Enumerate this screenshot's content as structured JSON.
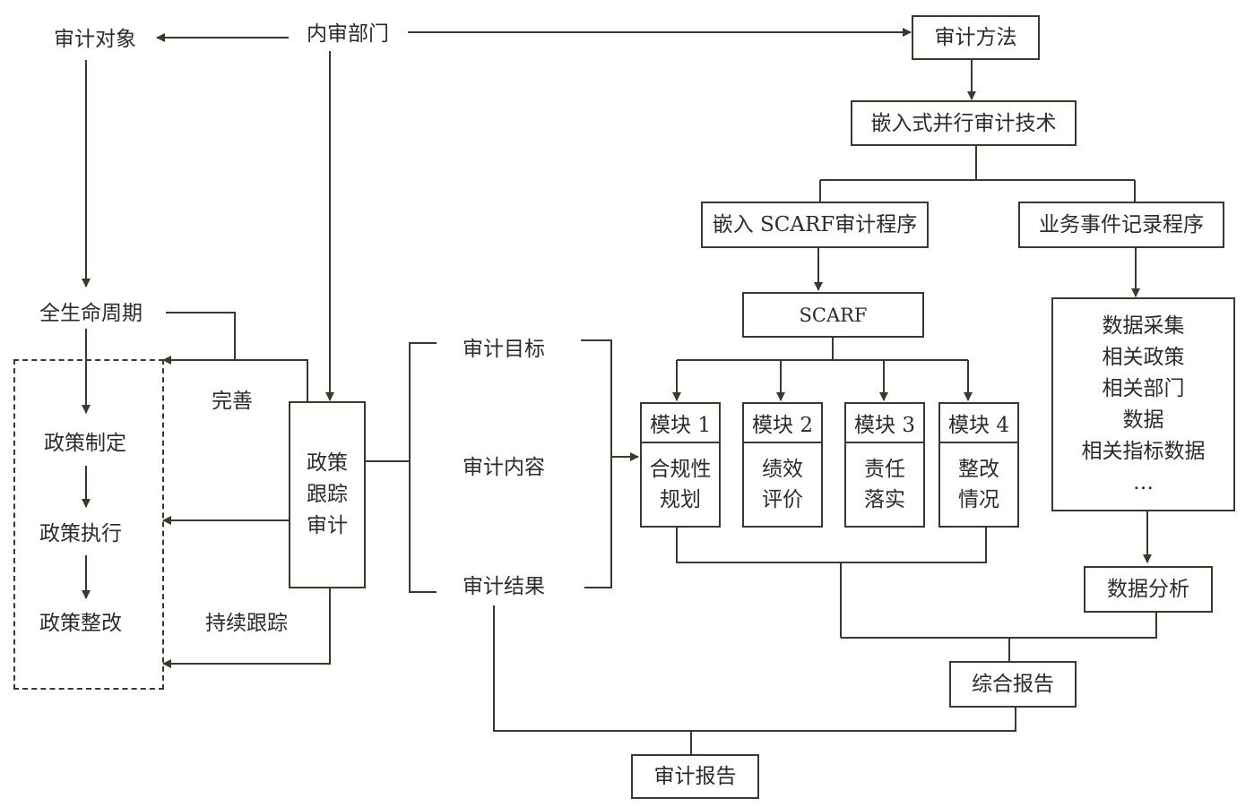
{
  "nodes": {
    "audit_object": "审计对象",
    "internal_audit_dept": "内审部门",
    "audit_method": "审计方法",
    "embedded_tech": "嵌入式并行审计技术",
    "embed_scarf": "嵌入 SCARF审计程序",
    "business_event": "业务事件记录程序",
    "scarf": "SCARF",
    "full_lifecycle": "全生命周期",
    "policy_making": "政策制定",
    "policy_execution": "政策执行",
    "policy_rectification": "政策整改",
    "improve": "完善",
    "continuous_tracking": "持续跟踪",
    "policy_tracking_audit": [
      "政策",
      "跟踪",
      "审计"
    ],
    "audit_goal": "审计目标",
    "audit_content": "审计内容",
    "audit_result": "审计结果",
    "data_analysis": "数据分析",
    "comprehensive_report": "综合报告",
    "audit_report": "审计报告"
  },
  "modules": [
    {
      "title": "模块 1",
      "body": [
        "合规性",
        "规划"
      ]
    },
    {
      "title": "模块 2",
      "body": [
        "绩效",
        "评价"
      ]
    },
    {
      "title": "模块 3",
      "body": [
        "责任",
        "落实"
      ]
    },
    {
      "title": "模块 4",
      "body": [
        "整改",
        "情况"
      ]
    }
  ],
  "data_items": [
    "数据采集",
    "相关政策",
    "相关部门",
    "数据",
    "相关指标数据",
    "…"
  ],
  "colors": {
    "line": "#3a3a2c",
    "text": "#2b2b2b"
  }
}
